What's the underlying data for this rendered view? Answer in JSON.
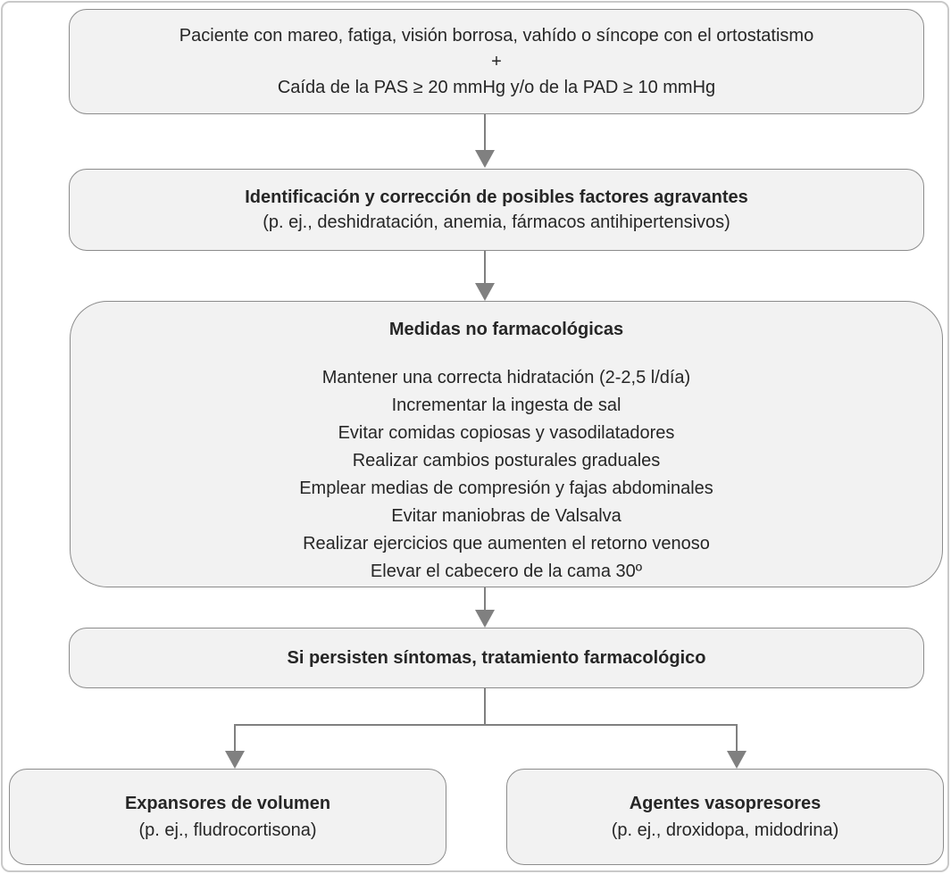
{
  "colors": {
    "box_fill": "#f2f2f2",
    "box_border": "#8c8c8c",
    "connector": "#808080",
    "text": "#262626",
    "frame_border": "#c9c9c9"
  },
  "flowchart": {
    "start": {
      "line1": "Paciente con mareo, fatiga, visión borrosa, vahído o síncope con el ortostatismo",
      "plus": "+",
      "line2": "Caída de la PAS ≥ 20 mmHg y/o de la PAD ≥ 10 mmHg"
    },
    "aggravating": {
      "title": "Identificación y corrección de posibles factores agravantes",
      "subtitle": "(p. ej., deshidratación, anemia, fármacos antihipertensivos)"
    },
    "non_pharmacological": {
      "title": "Medidas no farmacológicas",
      "items": [
        "Mantener una correcta hidratación (2-2,5 l/día)",
        "Incrementar la ingesta de sal",
        "Evitar comidas copiosas y vasodilatadores",
        "Realizar cambios posturales graduales",
        "Emplear medias de compresión y fajas abdominales",
        "Evitar maniobras de Valsalva",
        "Realizar ejercicios que aumenten el retorno venoso",
        "Elevar el cabecero de la cama 30º"
      ]
    },
    "pharmacological": {
      "title": "Si persisten síntomas, tratamiento farmacológico"
    },
    "volume_expanders": {
      "title": "Expansores de volumen",
      "subtitle": "(p. ej., fludrocortisona)"
    },
    "vasopressors": {
      "title": "Agentes vasopresores",
      "subtitle": "(p. ej., droxidopa, midodrina)"
    }
  }
}
